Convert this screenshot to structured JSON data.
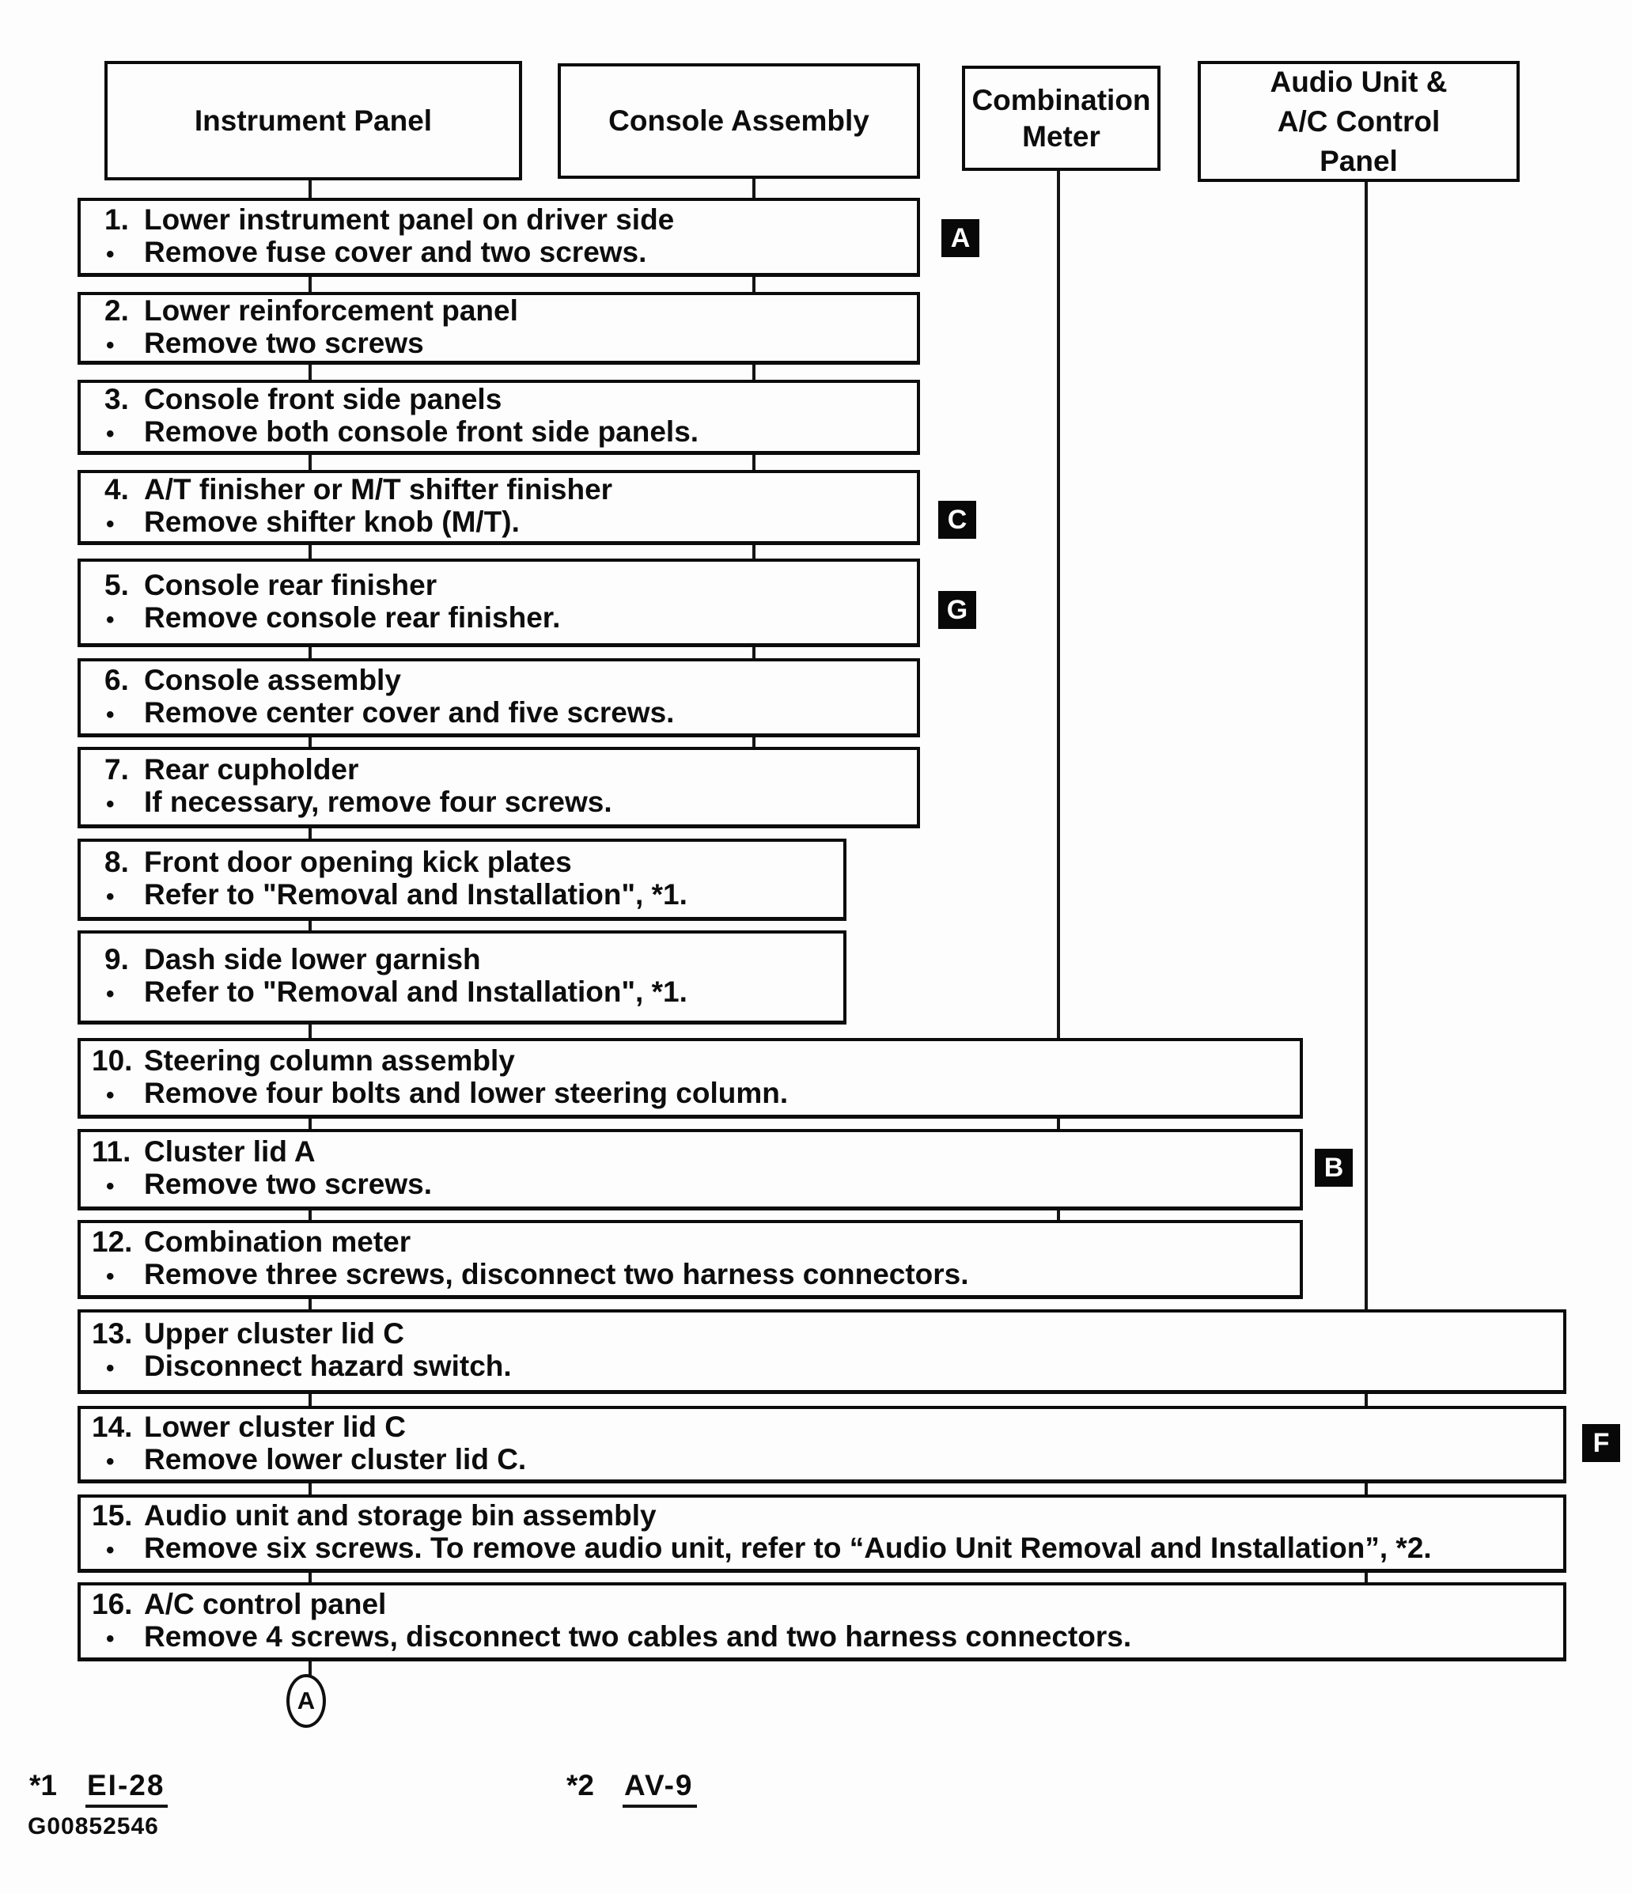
{
  "headers": [
    {
      "label": "Instrument Panel"
    },
    {
      "label": "Console Assembly"
    },
    {
      "label": "Combination\nMeter"
    },
    {
      "label": "Audio Unit &\nA/C Control\nPanel"
    }
  ],
  "glyphs": {
    "bullet": "•"
  },
  "steps": [
    {
      "num": "1.",
      "title": "Lower instrument panel on driver side",
      "detail": "Remove fuse cover and two screws.",
      "tag": "A"
    },
    {
      "num": "2.",
      "title": "Lower reinforcement panel",
      "detail": "Remove two screws",
      "tag": ""
    },
    {
      "num": "3.",
      "title": "Console front side panels",
      "detail": "Remove both console front side panels.",
      "tag": ""
    },
    {
      "num": "4.",
      "title": "A/T finisher or M/T shifter finisher",
      "detail": "Remove shifter knob (M/T).",
      "tag": "C"
    },
    {
      "num": "5.",
      "title": "Console rear finisher",
      "detail": "Remove console rear finisher.",
      "tag": "G"
    },
    {
      "num": "6.",
      "title": "Console assembly",
      "detail": "Remove center cover and five screws.",
      "tag": ""
    },
    {
      "num": "7.",
      "title": "Rear cupholder",
      "detail": "If necessary, remove four screws.",
      "tag": ""
    },
    {
      "num": "8.",
      "title": "Front door opening kick plates",
      "detail": "Refer to \"Removal and Installation\", *1.",
      "tag": ""
    },
    {
      "num": "9.",
      "title": "Dash side lower garnish",
      "detail": "Refer to \"Removal and Installation\", *1.",
      "tag": ""
    },
    {
      "num": "10.",
      "title": "Steering column assembly",
      "detail": "Remove four bolts and lower steering column.",
      "tag": ""
    },
    {
      "num": "11.",
      "title": "Cluster lid A",
      "detail": "Remove two screws.",
      "tag": "B"
    },
    {
      "num": "12.",
      "title": "Combination meter",
      "detail": "Remove three screws, disconnect two harness connectors.",
      "tag": ""
    },
    {
      "num": "13.",
      "title": "Upper cluster lid C",
      "detail": "Disconnect hazard switch.",
      "tag": ""
    },
    {
      "num": "14.",
      "title": "Lower cluster lid C",
      "detail": "Remove lower cluster lid C.",
      "tag": "F"
    },
    {
      "num": "15.",
      "title": "Audio unit and storage bin assembly",
      "detail": "Remove six screws. To remove audio unit, refer to “Audio Unit Removal and Installation”, *2.",
      "tag": ""
    },
    {
      "num": "16.",
      "title": "A/C control panel",
      "detail": "Remove 4 screws, disconnect two cables and two harness connectors.",
      "tag": ""
    }
  ],
  "connector": {
    "label": "A"
  },
  "footnotes": {
    "note1_marker": "*1",
    "note1_page": "EI-28",
    "note2_marker": "*2",
    "note2_page": "AV-9"
  },
  "figure_code": "G00852546"
}
